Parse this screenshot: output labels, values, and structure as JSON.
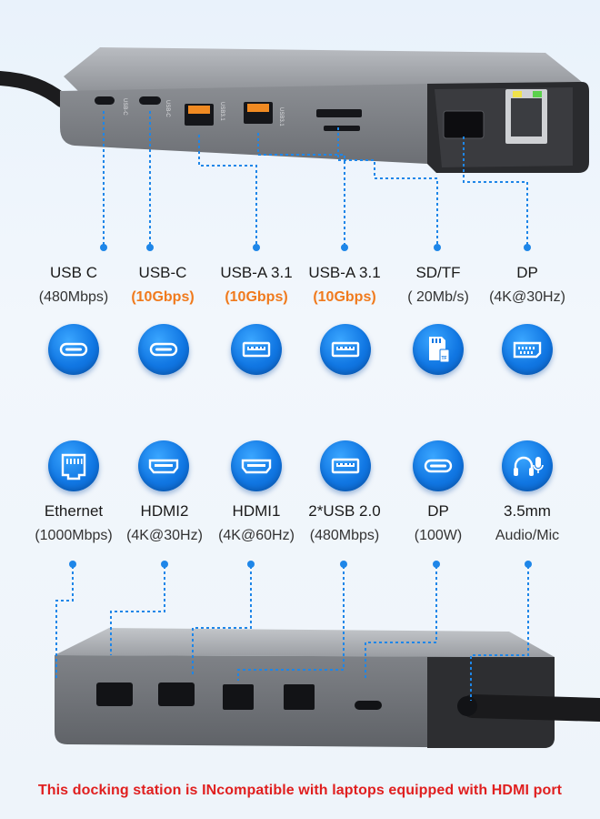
{
  "top_ports": [
    {
      "name": "USB C",
      "spec": "(480Mbps)",
      "highlight": false,
      "icon": "usb-c-icon"
    },
    {
      "name": "USB-C",
      "spec": "(10Gbps)",
      "highlight": true,
      "icon": "usb-c-icon"
    },
    {
      "name": "USB-A 3.1",
      "spec": "(10Gbps)",
      "highlight": true,
      "icon": "usb-a-icon"
    },
    {
      "name": "USB-A 3.1",
      "spec": "(10Gbps)",
      "highlight": true,
      "icon": "usb-a-icon"
    },
    {
      "name": "SD/TF",
      "spec": "( 20Mb/s)",
      "highlight": false,
      "icon": "sd-card-icon"
    },
    {
      "name": "DP",
      "spec": "(4K@30Hz)",
      "highlight": false,
      "icon": "displayport-icon"
    }
  ],
  "bottom_ports": [
    {
      "name": "Ethernet",
      "spec": "(1000Mbps)",
      "icon": "ethernet-icon"
    },
    {
      "name": "HDMI2",
      "spec": "(4K@30Hz)",
      "icon": "hdmi-icon"
    },
    {
      "name": "HDMI1",
      "spec": "(4K@60Hz)",
      "icon": "hdmi-icon"
    },
    {
      "name": "2*USB 2.0",
      "spec": "(480Mbps)",
      "icon": "usb-a-icon"
    },
    {
      "name": "DP",
      "spec": "(100W)",
      "icon": "usb-c-icon"
    },
    {
      "name": "3.5mm",
      "spec": "Audio/Mic",
      "icon": "headset-mic-icon"
    }
  ],
  "notice": "This docking station is INcompatible with laptops equipped with HDMI port",
  "colors": {
    "accent_blue": "#1177e3",
    "highlight_orange": "#f07a1d",
    "notice_red": "#e01f1f",
    "device_gray": "#8b8e93"
  }
}
